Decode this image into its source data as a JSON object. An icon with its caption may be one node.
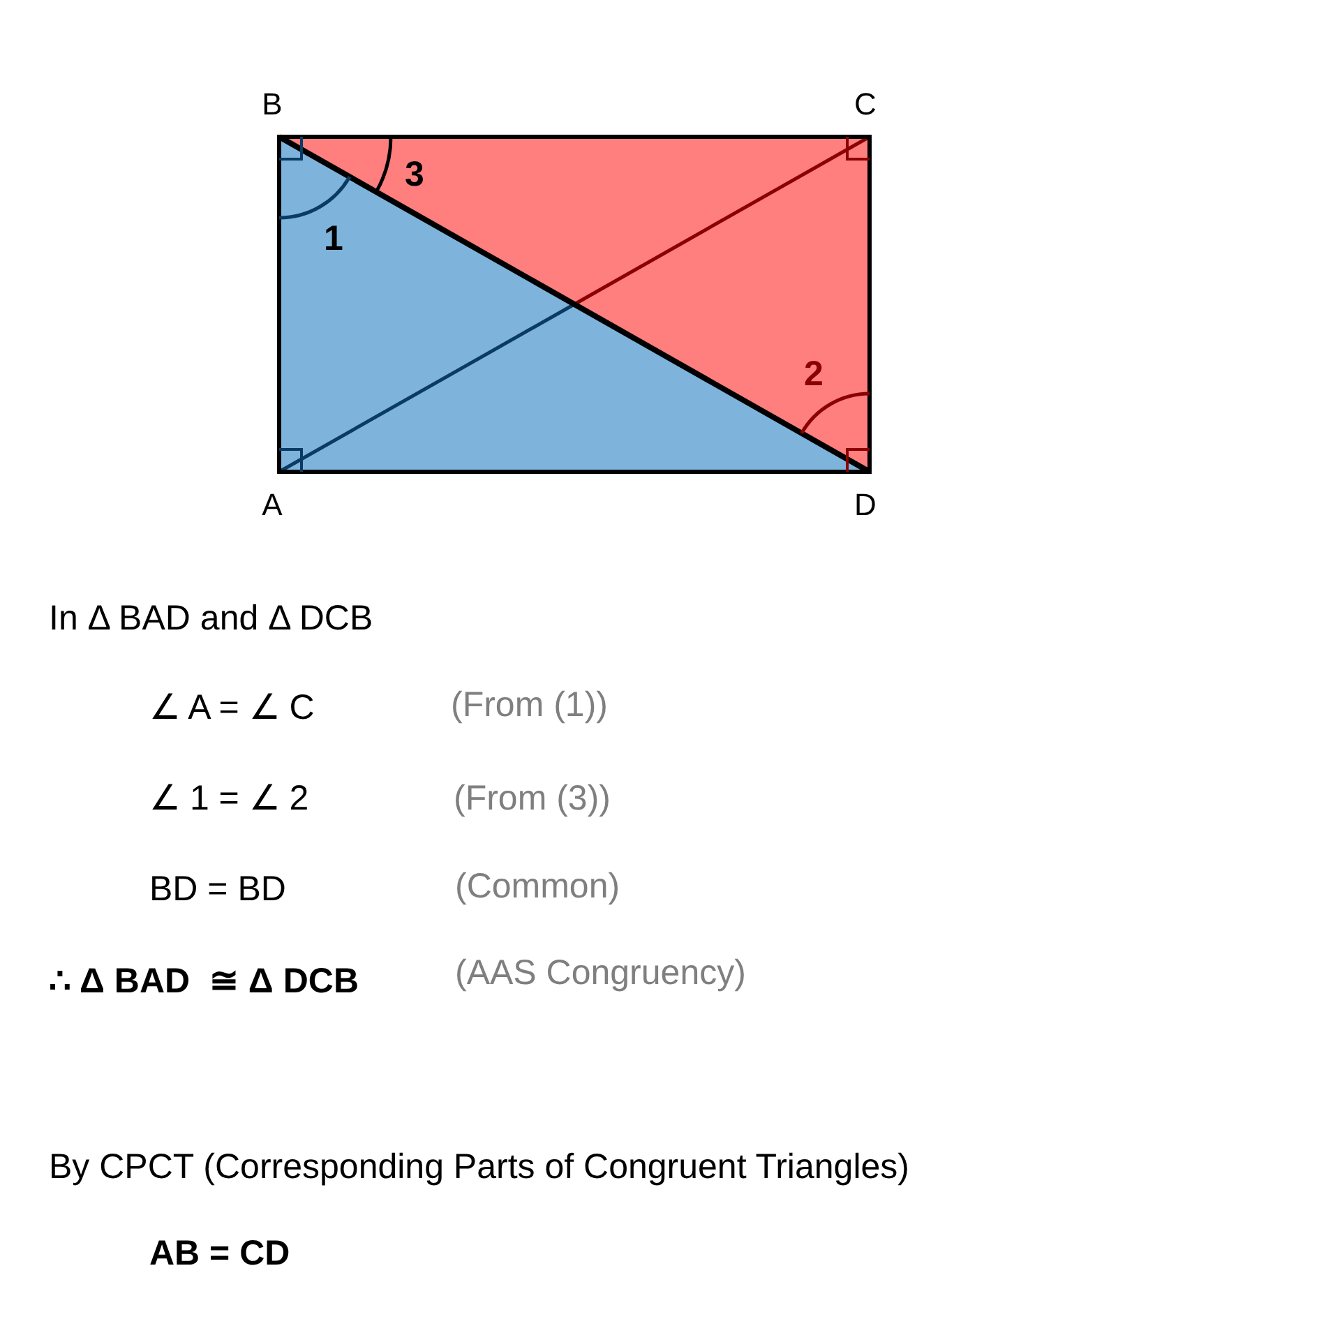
{
  "diagram": {
    "labels": [
      "B",
      "C",
      "3",
      "1",
      "2",
      "A",
      "D",
      "In Δ BAD and Δ DCB",
      "∠ A = ∠ C",
      "(From (1))",
      "∠ 1 = ∠ 2",
      "(From (3))",
      "BD = BD",
      "(Common)",
      "∴ Δ BAD  ≅ Δ DCB",
      "(AAS Congruency)",
      "By CPCT (Corresponding Parts of Congruent Triangles)",
      "AB = CD"
    ]
  }
}
